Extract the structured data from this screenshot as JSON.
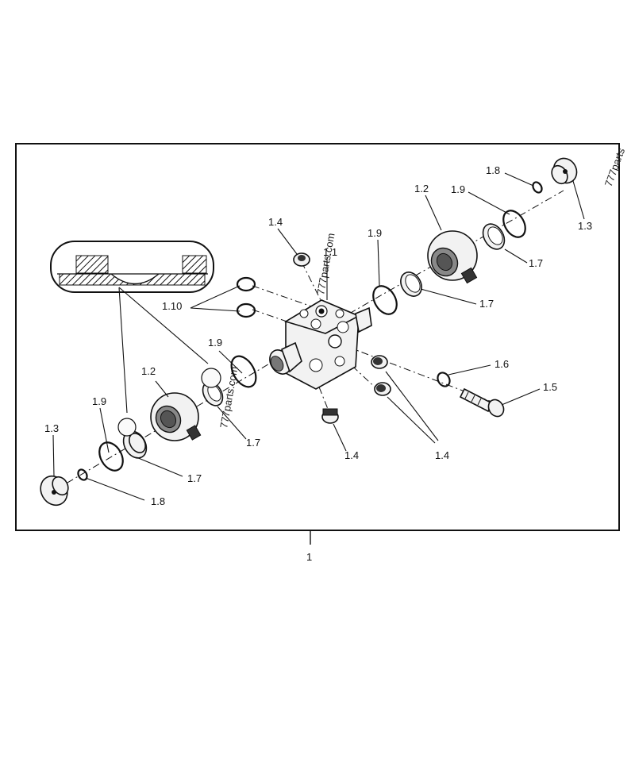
{
  "diagram": {
    "assembly_label": "1",
    "watermarks": [
      "777parts",
      "777parts.com",
      "777parts.com"
    ],
    "labels": {
      "body": "1.1",
      "ball_left": "1.2",
      "ball_right": "1.2",
      "cap_left": "1.3",
      "cap_right": "1.3",
      "plug_top": "1.4",
      "plug_bottom": "1.4",
      "plug_pair": "1.4",
      "screw": "1.5",
      "washer": "1.6",
      "seal_left_a": "1.7",
      "seal_left_b": "1.7",
      "seal_right_a": "1.7",
      "seal_right_b": "1.7",
      "oring_small_left": "1.8",
      "oring_small_right": "1.8",
      "ring_left_a": "1.9",
      "ring_left_b": "1.9",
      "ring_right_a": "1.9",
      "ring_right_b": "1.9",
      "rings_pair": "1.10"
    }
  }
}
